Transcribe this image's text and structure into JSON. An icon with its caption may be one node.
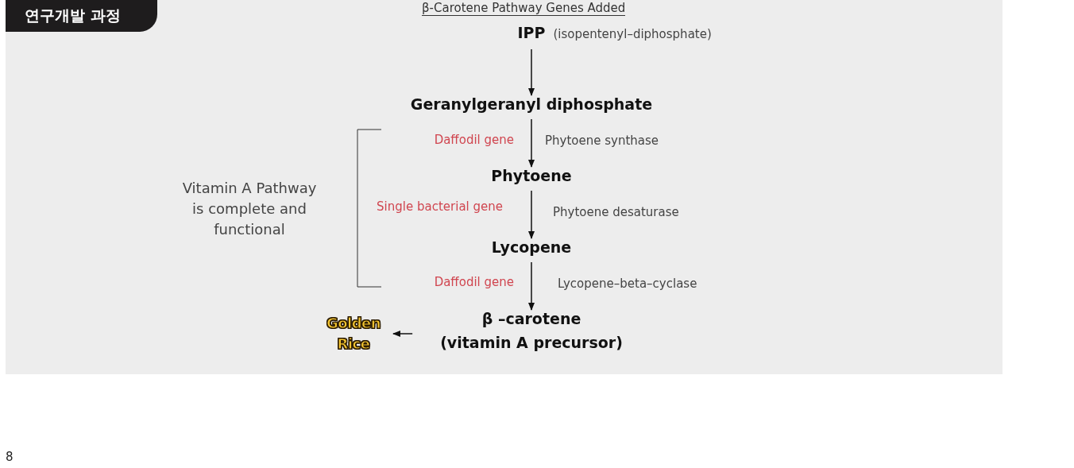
{
  "diagram": {
    "title": "연구개발 과정",
    "nodes": [
      {
        "text": [
          "IPP"
        ],
        "beside": [
          "(isopentenyl–diphosphate)"
        ]
      },
      {
        "text": [
          "Geranylgeranyl diphosphate"
        ]
      },
      {
        "text": [
          "Phytoene"
        ]
      },
      {
        "text": [
          "Lycopene"
        ]
      },
      {
        "text": [
          "β –carotene",
          "(vitamin A precursor)"
        ]
      },
      {
        "text": [
          "Golden Rice"
        ]
      }
    ],
    "edges": [
      {
        "from": 0,
        "to": 1,
        "arrow": "to"
      },
      {
        "from": 1,
        "to": 2,
        "arrow": "to",
        "label": "Phytoene synthase"
      },
      {
        "from": 2,
        "to": 3,
        "arrow": "to",
        "label": "Phytoene desaturase"
      },
      {
        "from": 3,
        "to": 4,
        "arrow": "to",
        "label": "Lycopene–beta–cyclase"
      },
      {
        "from": 4,
        "to": 5,
        "arrow": "to"
      }
    ],
    "labels": [
      "β-Carotene Pathway Genes Added",
      "Daffodil gene",
      "Single bacterial gene",
      "Daffodil gene",
      "Vitamin A Pathway is complete and functional",
      "8"
    ]
  }
}
